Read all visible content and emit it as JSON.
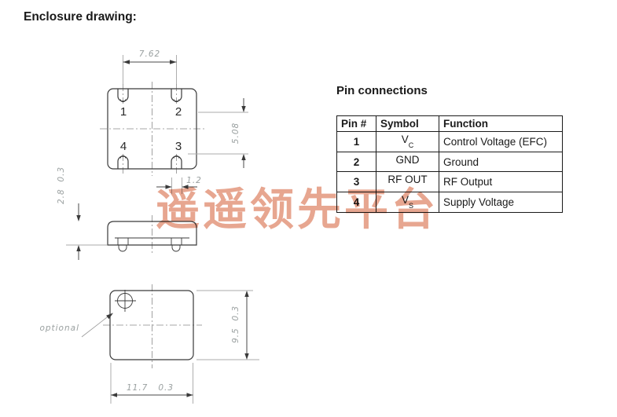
{
  "title": "Enclosure drawing:",
  "watermark": {
    "text": "遥遥领先平台",
    "color": "#e59c84"
  },
  "pin_connections": {
    "heading": "Pin connections",
    "columns": [
      "Pin #",
      "Symbol",
      "Function"
    ],
    "rows": [
      {
        "pin": "1",
        "symbol": "V",
        "symbol_sub": "C",
        "function": "Control Voltage (EFC)"
      },
      {
        "pin": "2",
        "symbol": "GND",
        "symbol_sub": "",
        "function": "Ground"
      },
      {
        "pin": "3",
        "symbol": "RF OUT",
        "symbol_sub": "",
        "function": "RF Output"
      },
      {
        "pin": "4",
        "symbol": "V",
        "symbol_sub": "S",
        "function": "Supply Voltage"
      }
    ]
  },
  "enclosure_drawing": {
    "top_view": {
      "pins": [
        "1",
        "2",
        "4",
        "3"
      ],
      "dim_pin_span_width": "7.62",
      "dim_pin_span_height": "5.08",
      "dim_pin_width": "1.2"
    },
    "side_view": {
      "dim_height": "2.8  0.3"
    },
    "bottom_view": {
      "dim_width": "11.7   0.3",
      "dim_depth": "9.5  0.3",
      "marking_note": "optional"
    }
  }
}
